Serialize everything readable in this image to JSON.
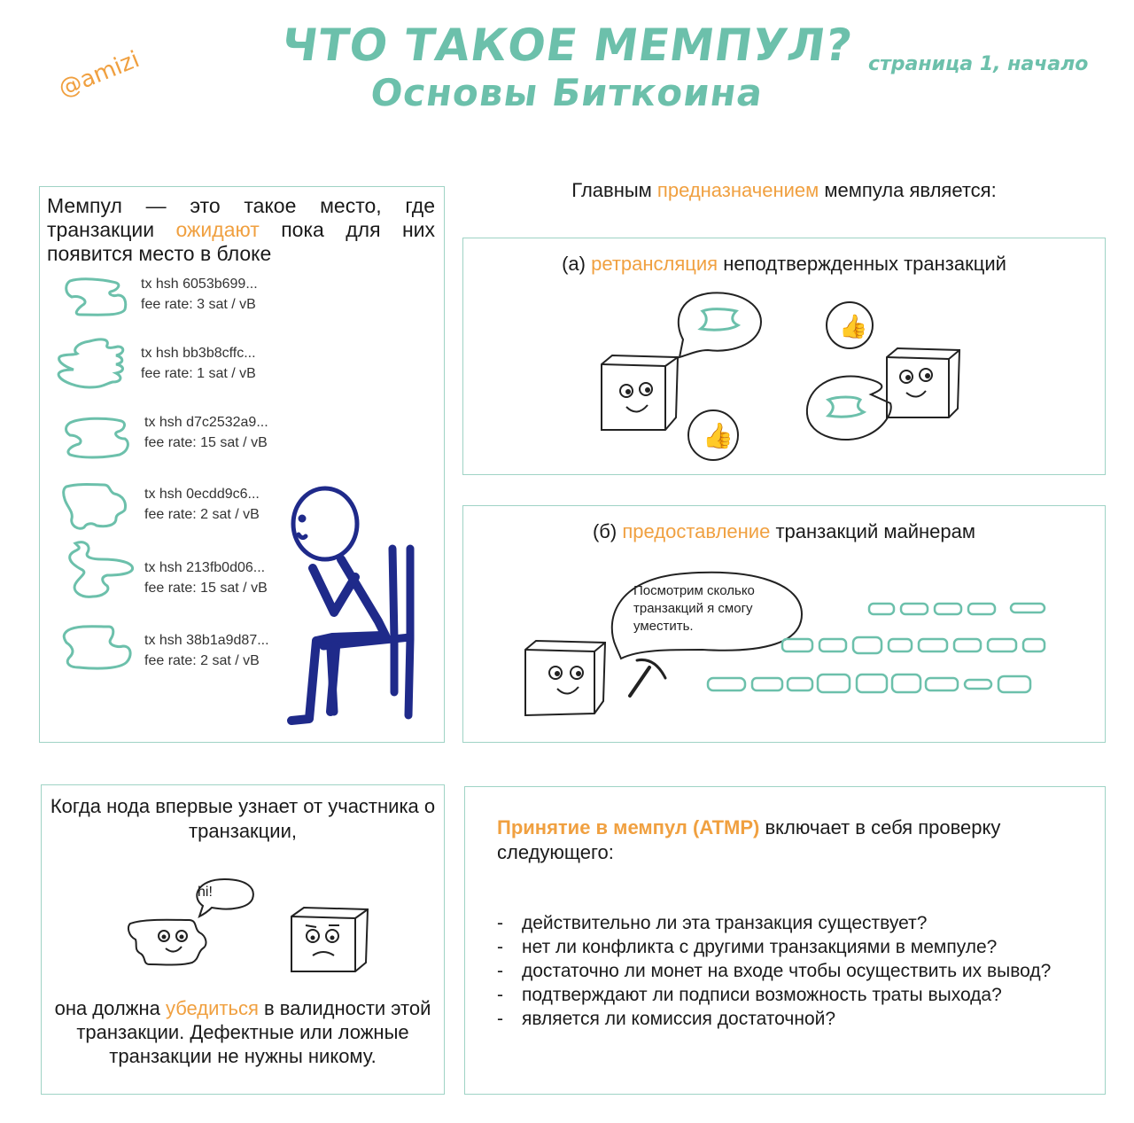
{
  "header": {
    "title_line1": "ЧТО ТАКОЕ МЕМПУЛ?",
    "title_line2": "Основы Биткоина",
    "page_label": "страница 1, начало",
    "author": "@amizi"
  },
  "panel_mempool": {
    "text_before": "Мемпул — это такое место, где транзакции ",
    "text_highlight": "ожидают",
    "text_after": " пока для них появится место в блоке",
    "transactions": [
      {
        "hash": "tx hsh 6053b699...",
        "fee": "fee rate: 3 sat / vB"
      },
      {
        "hash": "tx hsh bb3b8cffc...",
        "fee": "fee rate: 1 sat / vB"
      },
      {
        "hash": "tx hsh d7c2532a9...",
        "fee": "fee rate: 15 sat / vB"
      },
      {
        "hash": "tx hsh 0ecdd9c6...",
        "fee": "fee rate: 2 sat / vB"
      },
      {
        "hash": "tx hsh 213fb0d06...",
        "fee": "fee rate: 15 sat / vB"
      },
      {
        "hash": "tx hsh 38b1a9d87...",
        "fee": "fee rate: 2 sat / vB"
      }
    ]
  },
  "purpose": {
    "before": "Главным ",
    "highlight": "предназначением",
    "after": " мемпула является:"
  },
  "relay": {
    "prefix": "(а) ",
    "highlight": "ретрансляция",
    "rest": " неподтвержденных транзакций"
  },
  "miners": {
    "prefix": "(б) ",
    "highlight": "предоставление",
    "rest": " транзакций майнерам",
    "bubble": "Посмотрим сколько транзакций я смогу уместить."
  },
  "node": {
    "top": "Когда нода впервые узнает от участника о транзакции,",
    "greeting": "hi!",
    "bottom_before": "она должна ",
    "bottom_highlight": "убедиться",
    "bottom_after": " в валидности этой транзакции. Дефектные или ложные транзакции не нужны никому."
  },
  "atmp": {
    "highlight": "Принятие в мемпул (ATMP)",
    "rest": " включает в себя проверку следующего:",
    "checks": [
      "действительно ли эта транзакция существует?",
      "нет ли конфликта с другими транзакциями в мемпуле?",
      "достаточно ли монет на входе чтобы осуществить их вывод?",
      "подтверждают ли подписи возможность траты выхода?",
      "является ли комиссия достаточной?"
    ]
  },
  "colors": {
    "accent_orange": "#f0a040",
    "accent_teal": "#6cc0ab",
    "figure_blue": "#1f2a8a"
  }
}
